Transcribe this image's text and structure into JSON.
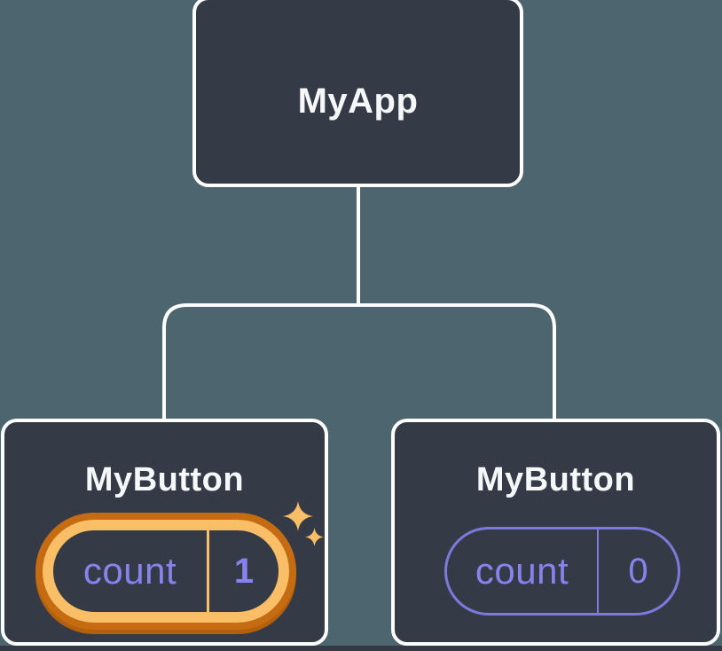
{
  "colors": {
    "background": "#4C656E",
    "card-fill": "#343B47",
    "card-border": "#FFFFFF",
    "title-text": "#F6F7F9",
    "purple": "#8684EC",
    "purple-border": "#7C7BDD",
    "gold": "#F9BE66",
    "orange": "#C56B12",
    "orange-deep": "#B35F0B",
    "bottom-strip": "#333A45"
  },
  "diagram": {
    "root": {
      "title": "MyApp"
    },
    "children": [
      {
        "title": "MyButton",
        "state": {
          "label": "count",
          "value": "1"
        },
        "highlighted": true,
        "icons": [
          "sparkle-large-icon",
          "sparkle-small-icon"
        ]
      },
      {
        "title": "MyButton",
        "state": {
          "label": "count",
          "value": "0"
        },
        "highlighted": false
      }
    ]
  }
}
